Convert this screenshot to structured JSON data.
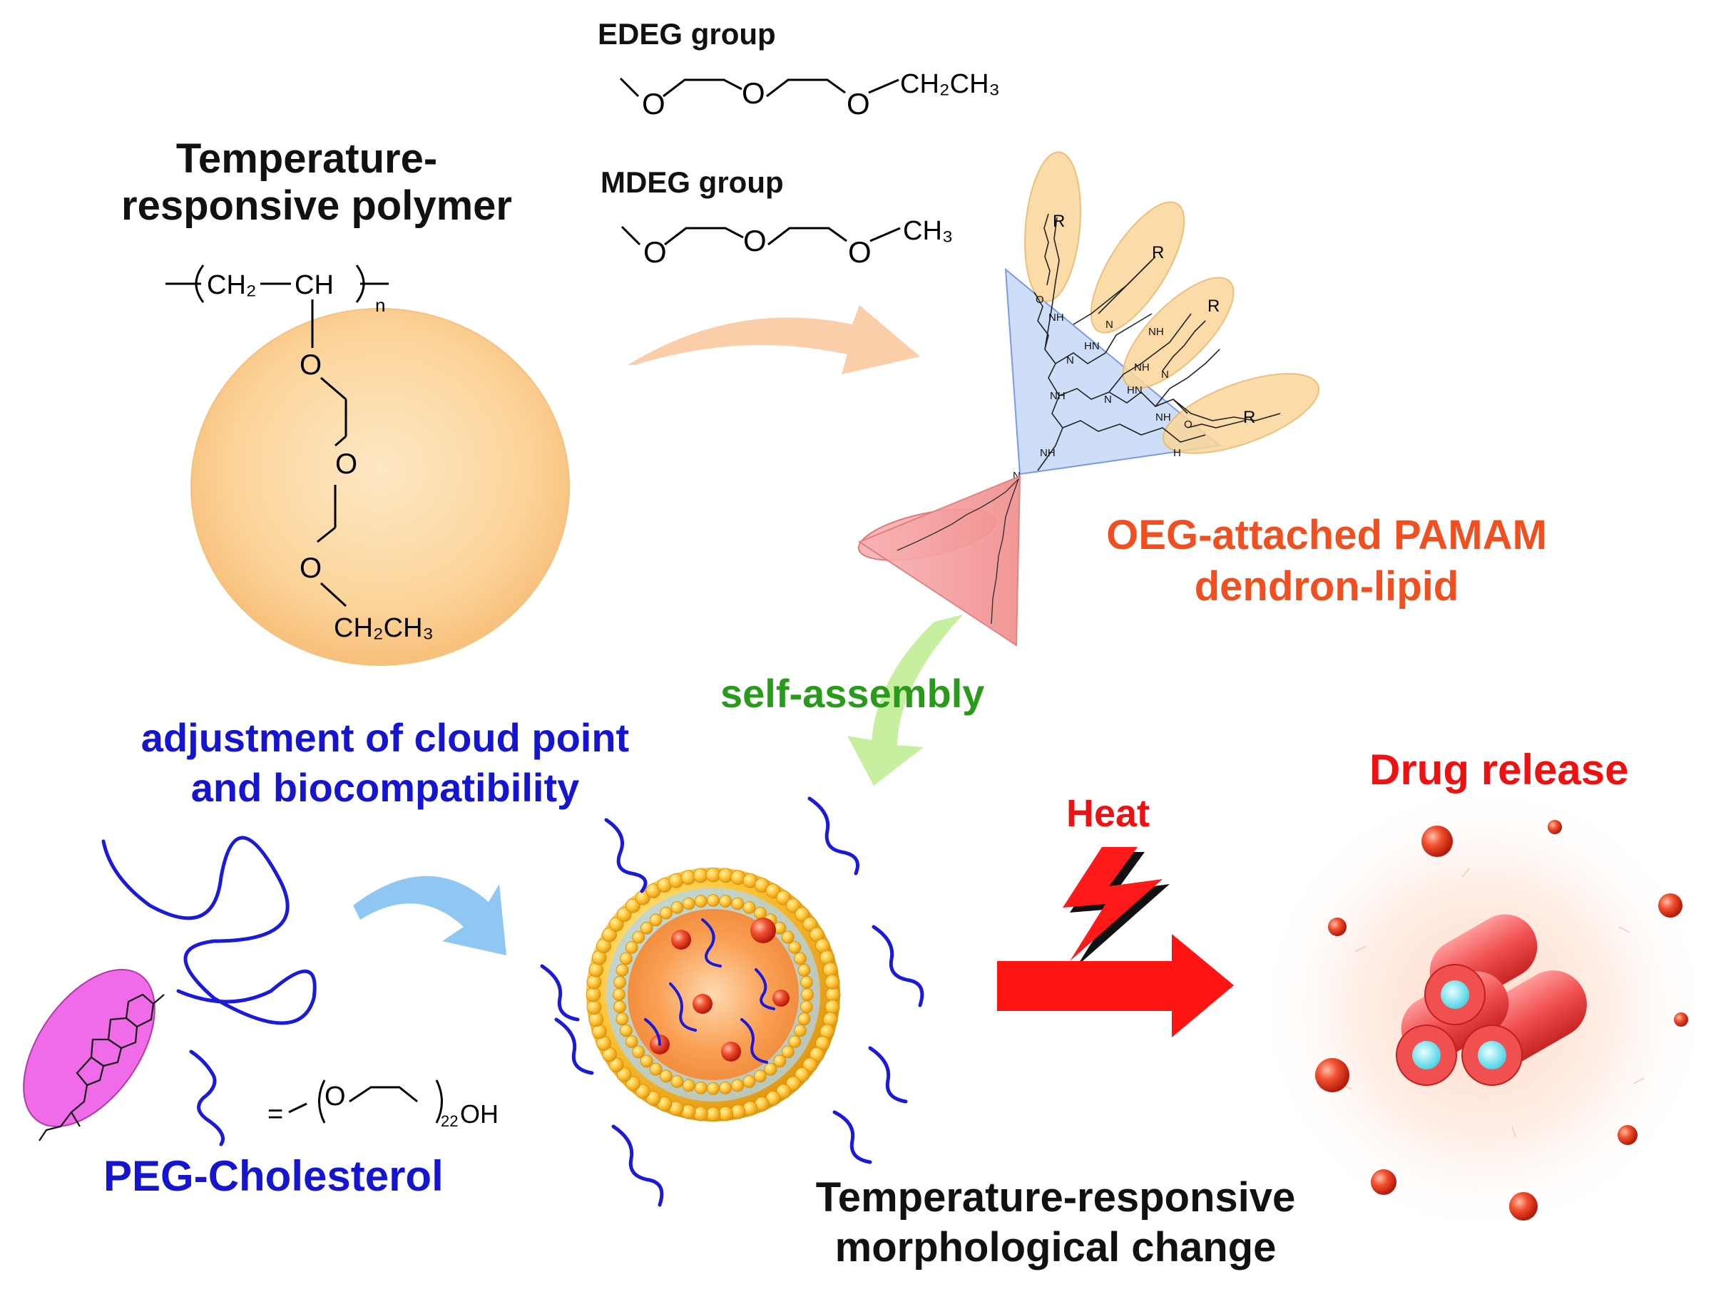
{
  "labels": {
    "polymer_title_line1": "Temperature-",
    "polymer_title_line2": "responsive polymer",
    "edeg": "EDEG group",
    "mdeg": "MDEG group",
    "dendron_line1": "OEG-attached PAMAM",
    "dendron_line2": "dendron-lipid",
    "self_assembly": "self-assembly",
    "adjust_line1": "adjustment of cloud point",
    "adjust_line2": "and biocompatibility",
    "peg_chol": "PEG-Cholesterol",
    "heat": "Heat",
    "drug_release": "Drug release",
    "morph_line1": "Temperature-responsive",
    "morph_line2": "morphological change"
  },
  "chem": {
    "backbone_ch2": "CH₂",
    "backbone_ch": "CH",
    "subscript_n": "n",
    "oxygen": "O",
    "ethyl": "CH₂CH₃",
    "methyl": "CH₃",
    "r_group": "R",
    "peg_equals": "=",
    "peg_repeat": "22",
    "peg_oh": "OH"
  },
  "colors": {
    "title_black": "#111111",
    "dendron_orange": "#f05020",
    "self_assembly_green": "#2a9a1a",
    "adjust_blue": "#1515d0",
    "heat_red": "#ee1111",
    "sphere_fill": "#fcd9a0",
    "peach_arrow": "#fbc9a1",
    "green_arrow": "#c6f0a0",
    "blue_arrow": "#8ec8f2"
  },
  "icons": [
    "peach-curved-arrow-icon",
    "green-curved-arrow-icon",
    "blue-curved-arrow-icon",
    "lightning-bolt-icon",
    "red-right-arrow-icon"
  ]
}
